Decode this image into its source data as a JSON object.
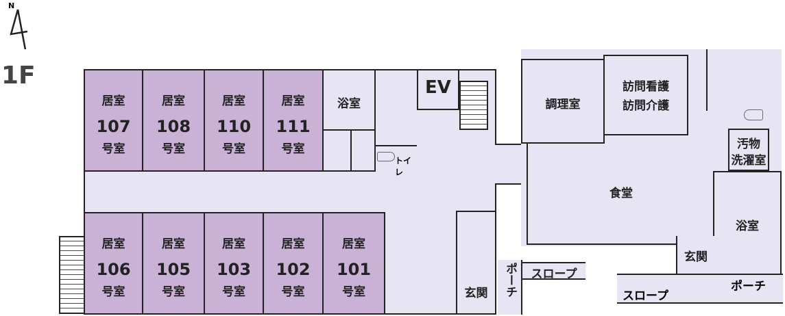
{
  "floor": "1F",
  "north": "N",
  "rooms_top": [
    {
      "kind": "居室",
      "number": "107",
      "suffix": "号室"
    },
    {
      "kind": "居室",
      "number": "108",
      "suffix": "号室"
    },
    {
      "kind": "居室",
      "number": "110",
      "suffix": "号室"
    },
    {
      "kind": "居室",
      "number": "111",
      "suffix": "号室"
    }
  ],
  "rooms_bottom": [
    {
      "kind": "居室",
      "number": "106",
      "suffix": "号室"
    },
    {
      "kind": "居室",
      "number": "105",
      "suffix": "号室"
    },
    {
      "kind": "居室",
      "number": "103",
      "suffix": "号室"
    },
    {
      "kind": "居室",
      "number": "102",
      "suffix": "号室"
    },
    {
      "kind": "居室",
      "number": "101",
      "suffix": "号室"
    }
  ],
  "labels": {
    "bath_left": "浴室",
    "toilet": "トイレ",
    "ev": "EV",
    "entrance_left": "玄関",
    "porch_left": "ポーチ",
    "slope_left": "スロープ",
    "kitchen": "調理室",
    "visit1": "訪問看護",
    "visit2": "訪問介護",
    "soiled1": "汚物",
    "soiled2": "洗濯室",
    "dining": "食堂",
    "bath_right": "浴室",
    "entrance_right": "玄関",
    "slope_right": "スロープ",
    "porch_right": "ポーチ"
  }
}
